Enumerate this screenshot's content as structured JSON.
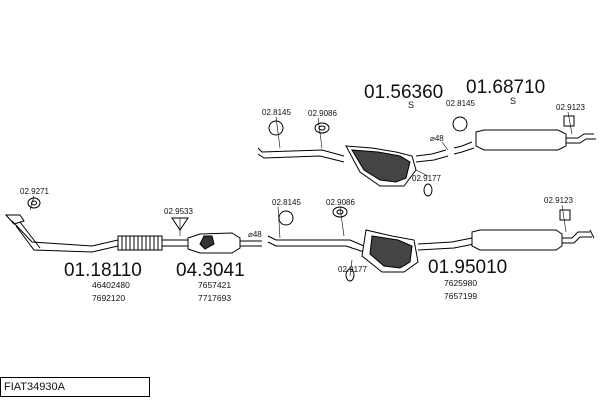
{
  "parts": {
    "frontPipe": {
      "number": "01.18110",
      "oem": [
        "46402480",
        "7692120"
      ]
    },
    "catalyst": {
      "number": "04.3041",
      "oem": [
        "7657421",
        "7717693"
      ]
    },
    "middleSilencerUpper": {
      "number": "01.56360",
      "suffix": "S"
    },
    "rearSilencerUpper": {
      "number": "01.68710",
      "suffix": "S"
    },
    "middleSilencerLower": {
      "number": "01.95010",
      "oem": [
        "7625980",
        "7657199"
      ]
    }
  },
  "fittings": {
    "gasket": "02.9271",
    "clampFront": "02.9533",
    "clampMid": "02.8145",
    "hangerMid": "02.9086",
    "ringLower": "02.9177",
    "clampUpperLeft": "02.8145",
    "hangerUpper": "02.9086",
    "clampUpperRight": "02.8145",
    "ringUpper": "02.9177",
    "tailUpper": "02.9123",
    "tailLower": "02.9123"
  },
  "diameters": {
    "upper": "⌀48",
    "lower": "⌀48"
  },
  "footer": {
    "code": "FIAT34930A"
  }
}
